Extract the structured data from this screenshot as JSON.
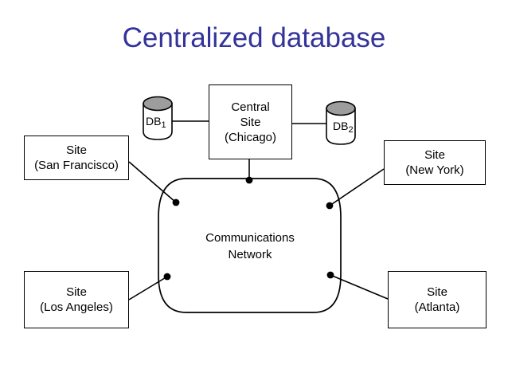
{
  "slide": {
    "title": "Centralized database",
    "title_color": "#333399",
    "background": "#ffffff"
  },
  "diagram": {
    "central": {
      "line1": "Central",
      "line2": "Site",
      "line3": "(Chicago)"
    },
    "databases": [
      {
        "name": "DB",
        "index": "1"
      },
      {
        "name": "DB",
        "index": "2"
      }
    ],
    "network": {
      "line1": "Communications",
      "line2": "Network"
    },
    "sites": [
      {
        "id": "san-francisco",
        "line1": "Site",
        "line2": "(San Francisco)"
      },
      {
        "id": "new-york",
        "line1": "Site",
        "line2": "(New York)"
      },
      {
        "id": "los-angeles",
        "line1": "Site",
        "line2": "(Los Angeles)"
      },
      {
        "id": "atlanta",
        "line1": "Site",
        "line2": "(Atlanta)"
      }
    ],
    "colors": {
      "stroke": "#000000",
      "cylinder_top_fill": "#9d9d9d",
      "cylinder_body_fill": "#ffffff",
      "node_fill": "#ffffff"
    }
  }
}
